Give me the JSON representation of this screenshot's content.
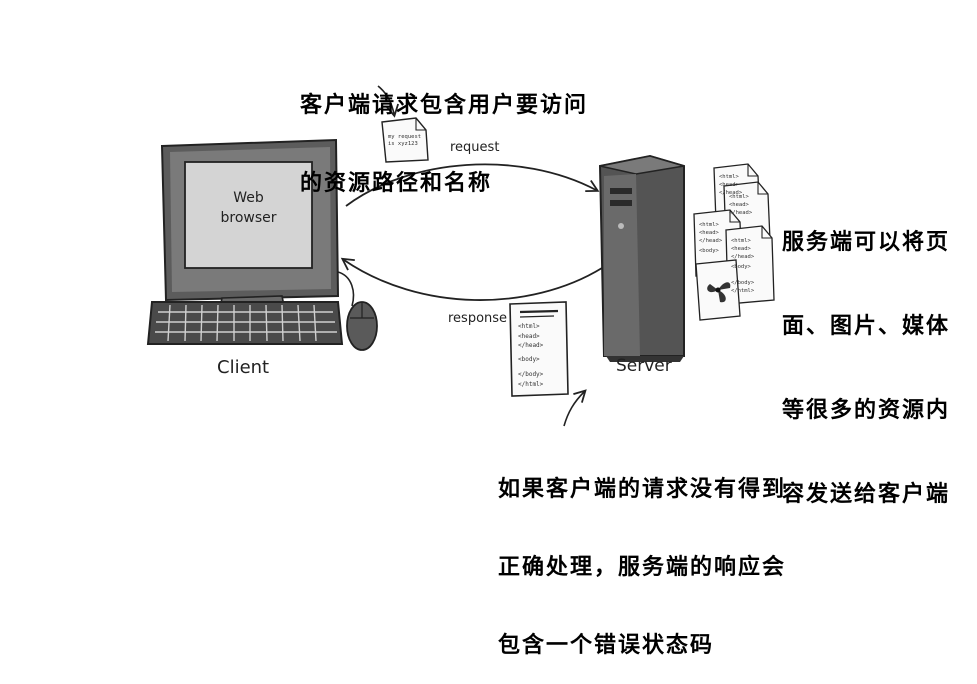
{
  "annotations": {
    "request_note": [
      "客户端请求包含用户要访问",
      "的资源路径和名称"
    ],
    "server_note": [
      "服务端可以将页",
      "面、图片、媒体",
      "等很多的资源内",
      "容发送给客户端"
    ],
    "error_note": [
      "如果客户端的请求没有得到",
      "正确处理，服务端的响应会",
      "包含一个错误状态码"
    ]
  },
  "labels": {
    "monitor_screen": [
      "Web",
      "browser"
    ],
    "client": "Client",
    "server": "Server",
    "request": "request",
    "response": "response"
  },
  "request_doc": [
    "my request",
    "is xyz123"
  ],
  "html_doc": [
    "<html>",
    "<head>",
    "</head>",
    "<body>",
    "</body>",
    "</html>"
  ],
  "colors": {
    "ink": "#222222",
    "screen": "#d4d4d4",
    "shade": "#6f6f6f",
    "dark": "#3a3a3a"
  }
}
